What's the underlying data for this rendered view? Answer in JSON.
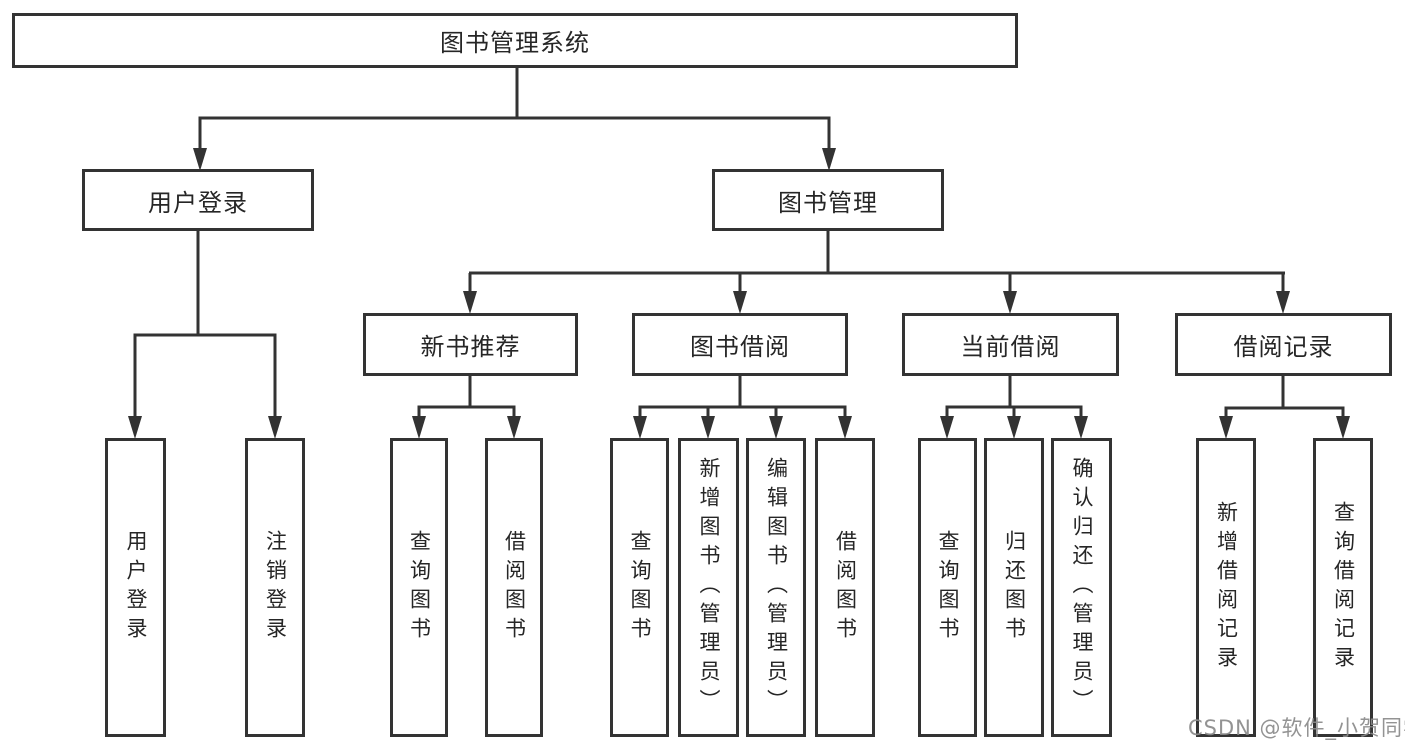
{
  "nodes": {
    "root": "图书管理系统",
    "user_login": "用户登录",
    "book_mgmt": "图书管理",
    "new_book_rec": "新书推荐",
    "book_borrow": "图书借阅",
    "current_borrow": "当前借阅",
    "borrow_records": "借阅记录",
    "ul_user_login": "用户登录",
    "ul_logout": "注销登录",
    "nbr_query_book": "查询图书",
    "nbr_borrow_book": "借阅图书",
    "bb_query_book": "查询图书",
    "bb_add_book": "新增图书（管理员）",
    "bb_edit_book": "编辑图书（管理员）",
    "bb_borrow_book": "借阅图书",
    "cb_query_book": "查询图书",
    "cb_return_book": "归还图书",
    "cb_confirm_return": "确认归还（管理员）",
    "br_add_record": "新增借阅记录",
    "br_query_record": "查询借阅记录"
  },
  "watermark": "CSDN @软件_小贺同学",
  "colors": {
    "line": "#333333",
    "box_border": "#333333",
    "box_background": "#ffffff",
    "text": "#262626",
    "watermark": "#8a8a8a",
    "page_background": "#ffffff"
  }
}
